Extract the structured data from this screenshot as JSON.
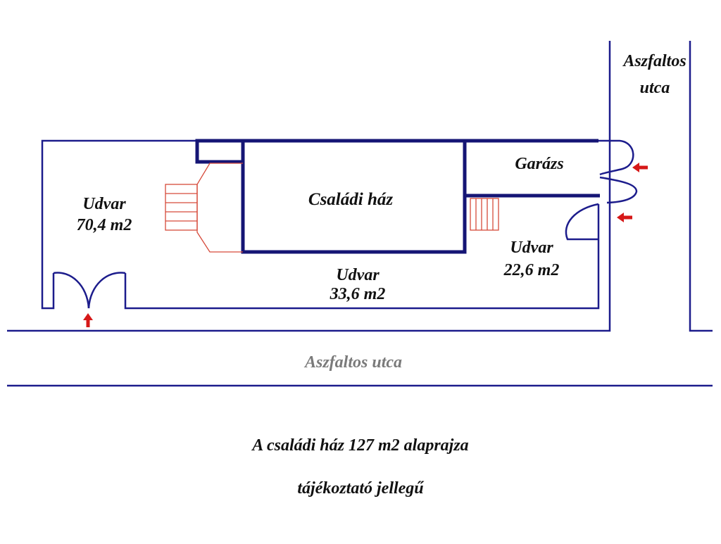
{
  "labels": {
    "street_right_line1": "Aszfaltos",
    "street_right_line2": "utca",
    "garage": "Garázs",
    "house": "Családi ház",
    "yard_left_name": "Udvar",
    "yard_left_area": "70,4 m2",
    "yard_middle_name": "Udvar",
    "yard_middle_area": "33,6 m2",
    "yard_right_name": "Udvar",
    "yard_right_area": "22,6 m2",
    "street_bottom": "Aszfaltos utca"
  },
  "caption": {
    "line1": "A családi ház 127 m2 alaprajza",
    "line2": "tájékoztató jellegű"
  },
  "colors": {
    "wall": "#1c1c8c",
    "house_wall": "#151575",
    "stairs": "#d64a3a",
    "entrance_arrow": "#d61818",
    "street_label": "#7a7a7a"
  }
}
